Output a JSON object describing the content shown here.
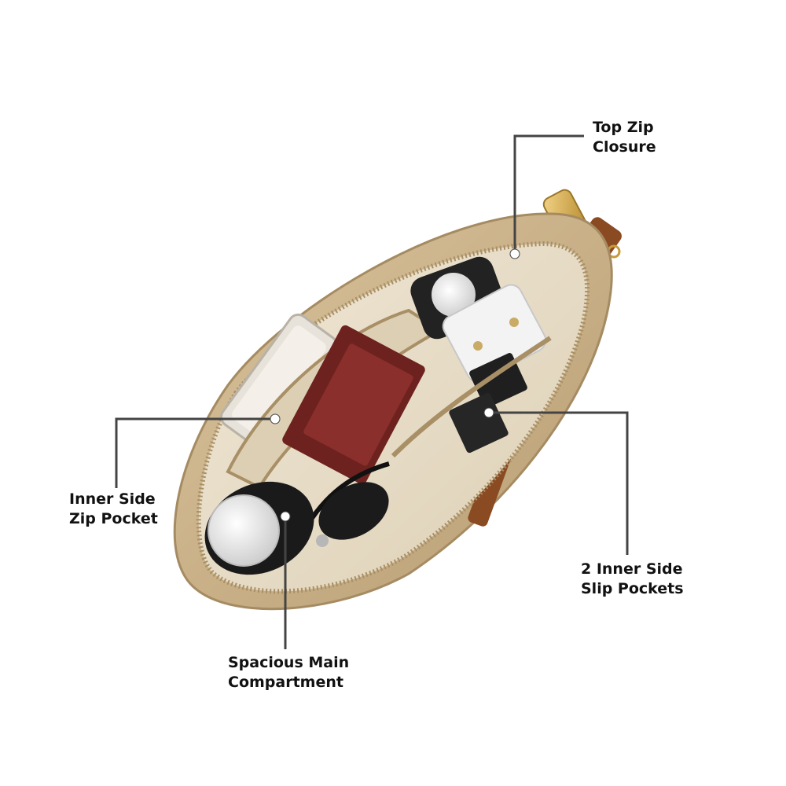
{
  "callouts": {
    "top_zip": {
      "line1": "Top Zip",
      "line2": "Closure"
    },
    "inner_side_zip": {
      "line1": "Inner Side",
      "line2": "Zip Pocket"
    },
    "slip_pockets": {
      "line1": "2 Inner Side",
      "line2": "Slip Pockets"
    },
    "main_compartment": {
      "line1": "Spacious Main",
      "line2": "Compartment"
    }
  },
  "colors": {
    "bag_body": "#cdb48c",
    "bag_lining": "#e7dcc6",
    "zipper": "#a88f66",
    "leader_line": "#444444",
    "leader_dot": "#ffffff",
    "tab_leather": "#8a4a22",
    "hardware_gold": "#d4a84a",
    "wallet": "#6e2220"
  }
}
